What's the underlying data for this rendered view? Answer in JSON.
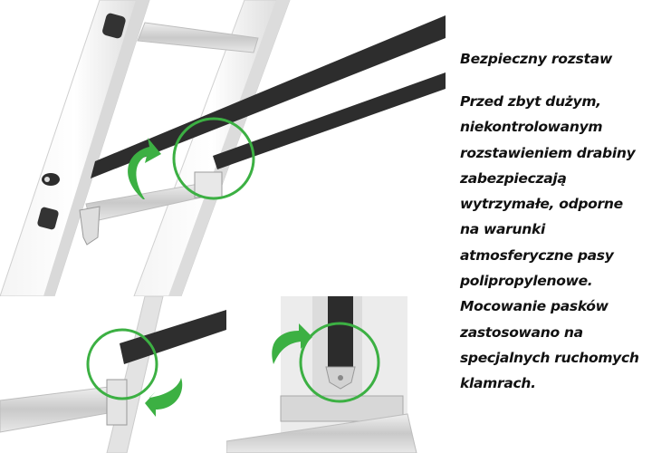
{
  "description": {
    "title": "Bezpieczny rozstaw",
    "body": "Przed zbyt dużym,\nniekontrolowanym\nrozstawieniem drabiny\nzabezpieczają\nwytrzymałe, odporne\nna warunki\natmosferyczne pasy\npolipropylenowe.\nMocowanie pasków\nzastosowano na\nspecjalnych ruchomych\nklamrach."
  },
  "photos": [
    {
      "id": "top",
      "subject": "ladder-with-straps",
      "highlight": "green-circle",
      "annotation": "green-curved-arrow"
    },
    {
      "id": "bottom-left",
      "subject": "strap-clamp-closeup",
      "highlight": "green-circle",
      "annotation": "green-curved-arrow"
    },
    {
      "id": "bottom-right",
      "subject": "strap-buckle-on-rung",
      "highlight": "green-circle",
      "annotation": "green-curved-arrow"
    }
  ],
  "colors": {
    "highlight_green": "#3cb043",
    "strap": "#2b2b2b",
    "aluminium": "#e6e6e6",
    "text": "#111111"
  }
}
